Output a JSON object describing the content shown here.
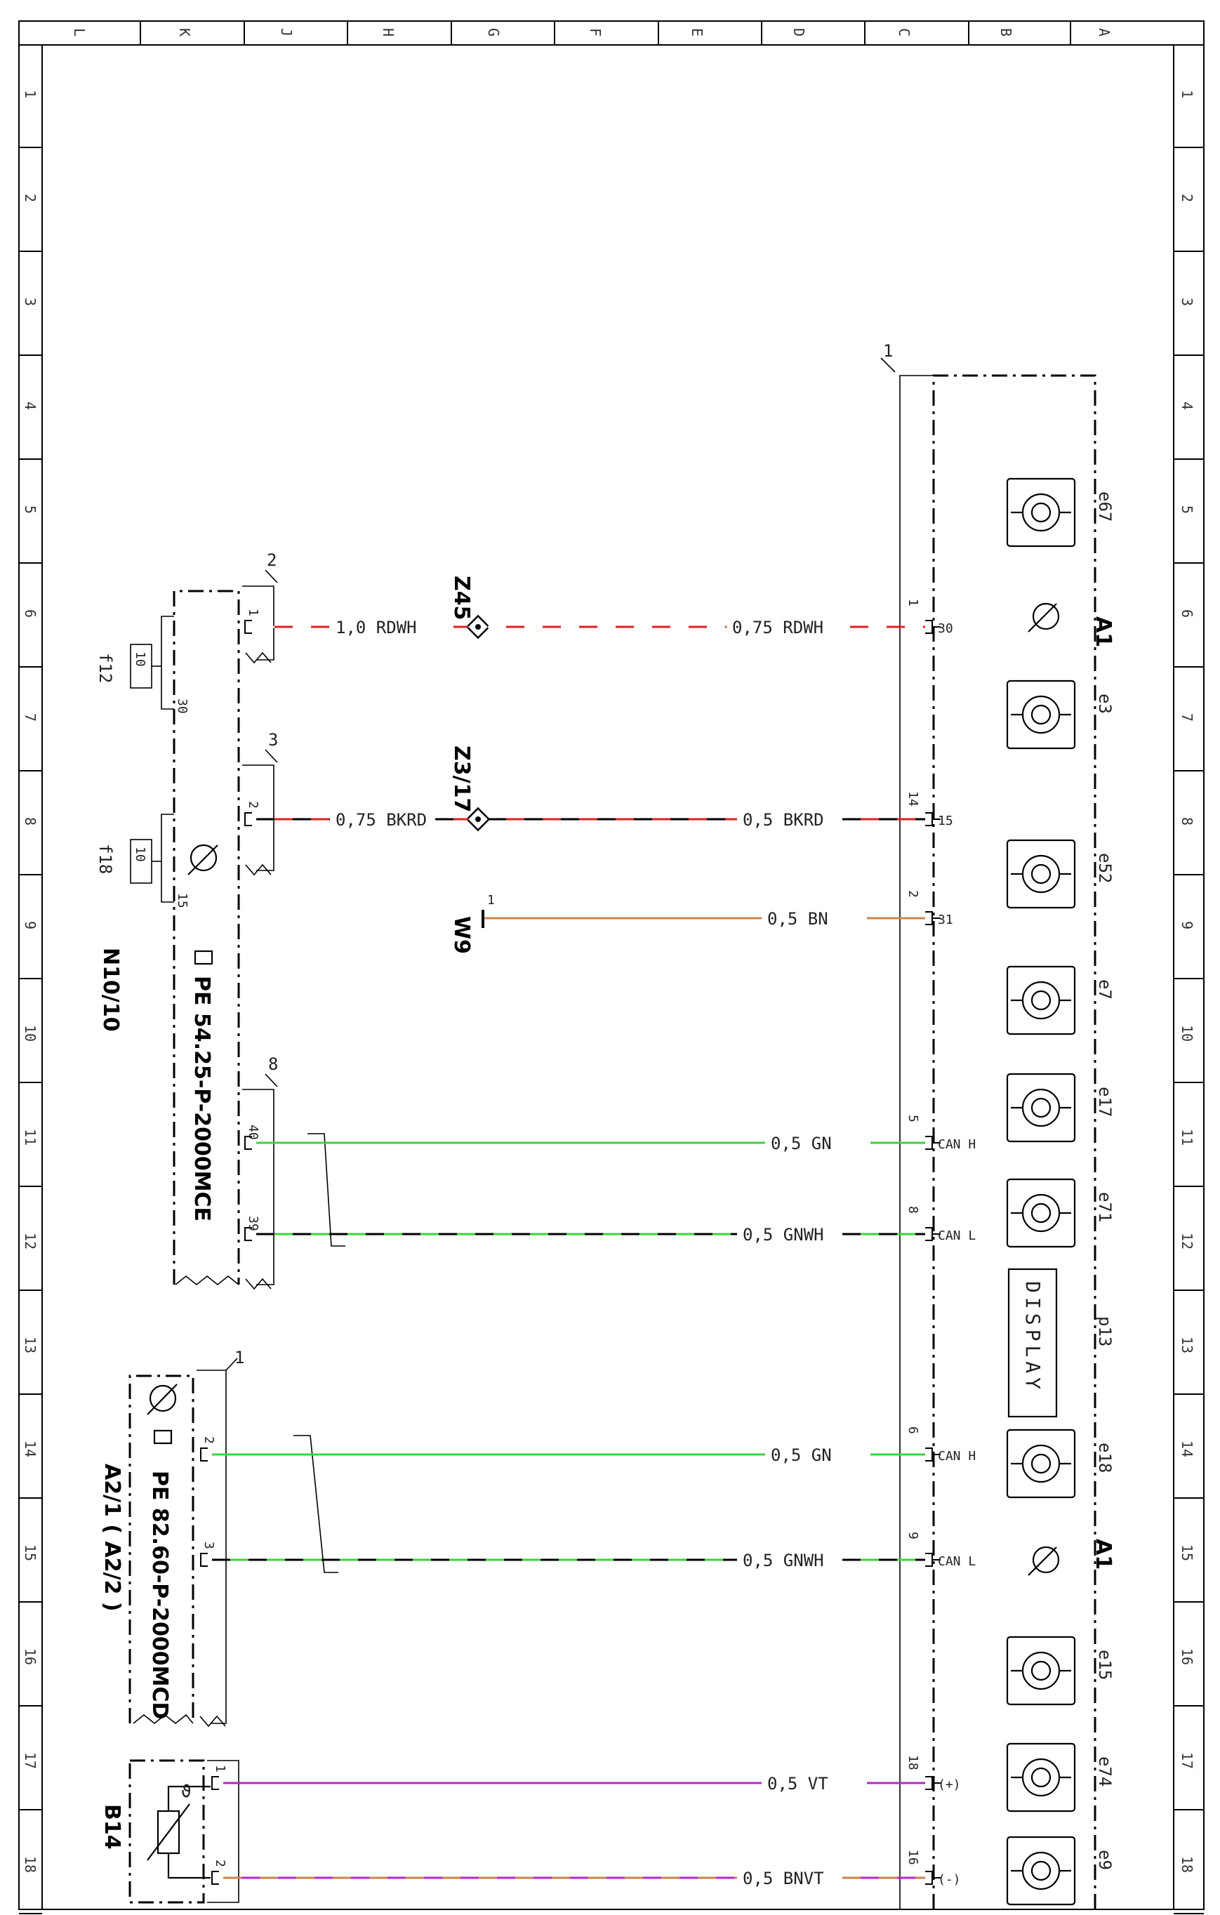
{
  "grid": {
    "letters": [
      "A",
      "B",
      "C",
      "D",
      "E",
      "F",
      "G",
      "H",
      "J",
      "K",
      "L"
    ],
    "numbers": [
      "1",
      "2",
      "3",
      "4",
      "5",
      "6",
      "7",
      "8",
      "9",
      "10",
      "11",
      "12",
      "13",
      "14",
      "15",
      "16",
      "17",
      "18"
    ]
  },
  "components": {
    "a1_top": "A1",
    "a1_bottom": "A1",
    "a1_ref": "1",
    "n10": "N10/10",
    "n10_pe": "PE 54.25-P-2000MCE",
    "a2": "A2/1 ( A2/2 )",
    "a2_pe": "PE 82.60-P-2000MCD",
    "a2_ref": "1",
    "b14": "B14",
    "b14_theta": "ϑ",
    "z45": "Z45",
    "z317": "Z3/17",
    "w9": "W9",
    "w9_pin": "1",
    "f12": "f12",
    "f12_val": "10",
    "f18": "f18",
    "f18_val": "10",
    "n10_pin30": "30",
    "n10_pin15": "15",
    "conn2": "2",
    "conn3": "3",
    "conn8": "8"
  },
  "icons": [
    {
      "code": "e67",
      "name": "high-beam-icon"
    },
    {
      "code": "e3",
      "name": "fog-light-icon"
    },
    {
      "code": "e52",
      "name": "glow-plug-icon"
    },
    {
      "code": "e7",
      "name": "brake-warning-icon"
    },
    {
      "code": "e17",
      "name": "abs-icon"
    },
    {
      "code": "e71",
      "name": "abs-icon-2"
    },
    {
      "code": "p13",
      "name": "display-icon",
      "text": "DISPLAY"
    },
    {
      "code": "e18",
      "name": "tachometer-icon"
    },
    {
      "code": "e15",
      "name": "airbag-off-icon"
    },
    {
      "code": "e74",
      "name": "hazard-icon"
    },
    {
      "code": "e9",
      "name": "seatbelt-icon"
    }
  ],
  "wires": [
    {
      "left": "1,0 RDWH",
      "right": "0,75 RDWH",
      "src_pin": "1",
      "dst_pin": "1",
      "dst_term": "30",
      "color": "#e0201c",
      "stripe": "#ffffff"
    },
    {
      "left": "0,75 BKRD",
      "right": "0,5 BKRD",
      "src_pin": "2",
      "dst_pin": "14",
      "dst_term": "15",
      "color": "#e0201c",
      "stripe": "#000000"
    },
    {
      "right": "0,5 BN",
      "dst_pin": "2",
      "dst_term": "31",
      "color": "#c8864e",
      "stripe": ""
    },
    {
      "right": "0,5 GN",
      "src_pin": "40",
      "dst_pin": "5",
      "dst_term": "CAN H",
      "color": "#3bd43b",
      "stripe": ""
    },
    {
      "right": "0,5 GNWH",
      "src_pin": "39",
      "dst_pin": "8",
      "dst_term": "CAN L",
      "color": "#3bd43b",
      "stripe": "#000000"
    },
    {
      "right": "0,5 GN",
      "src_pin": "2",
      "dst_pin": "6",
      "dst_term": "CAN H",
      "color": "#3bd43b",
      "stripe": ""
    },
    {
      "right": "0,5 GNWH",
      "src_pin": "3",
      "dst_pin": "9",
      "dst_term": "CAN L",
      "color": "#3bd43b",
      "stripe": "#000000"
    },
    {
      "right": "0,5 VT",
      "src_pin": "1",
      "dst_pin": "18",
      "dst_term": "(+)",
      "color": "#b526c9",
      "stripe": ""
    },
    {
      "right": "0,5 BNVT",
      "src_pin": "2",
      "dst_pin": "16",
      "dst_term": "(-)",
      "color": "#b526c9",
      "stripe": "#c8864e"
    }
  ]
}
